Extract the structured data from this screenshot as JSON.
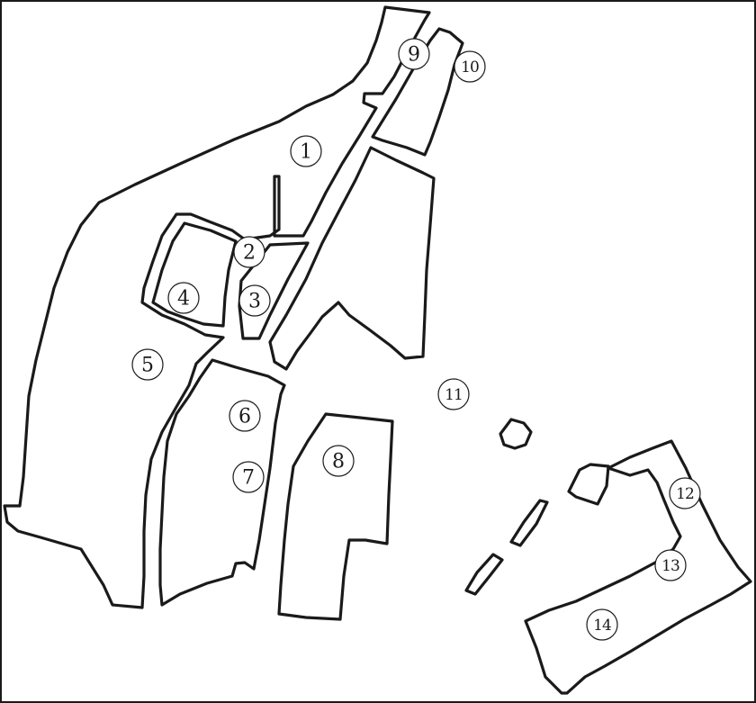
{
  "diagram": {
    "line_color": "#1a1a1a",
    "background": "#ffffff",
    "labels": [
      {
        "id": "1",
        "text": "1"
      },
      {
        "id": "2",
        "text": "2"
      },
      {
        "id": "3",
        "text": "3"
      },
      {
        "id": "4",
        "text": "4"
      },
      {
        "id": "5",
        "text": "5"
      },
      {
        "id": "6",
        "text": "6"
      },
      {
        "id": "7",
        "text": "7"
      },
      {
        "id": "8",
        "text": "8"
      },
      {
        "id": "9",
        "text": "9"
      },
      {
        "id": "10",
        "text": "10"
      },
      {
        "id": "11",
        "text": "11"
      },
      {
        "id": "12",
        "text": "12"
      },
      {
        "id": "13",
        "text": "13"
      },
      {
        "id": "14",
        "text": "14"
      }
    ]
  }
}
